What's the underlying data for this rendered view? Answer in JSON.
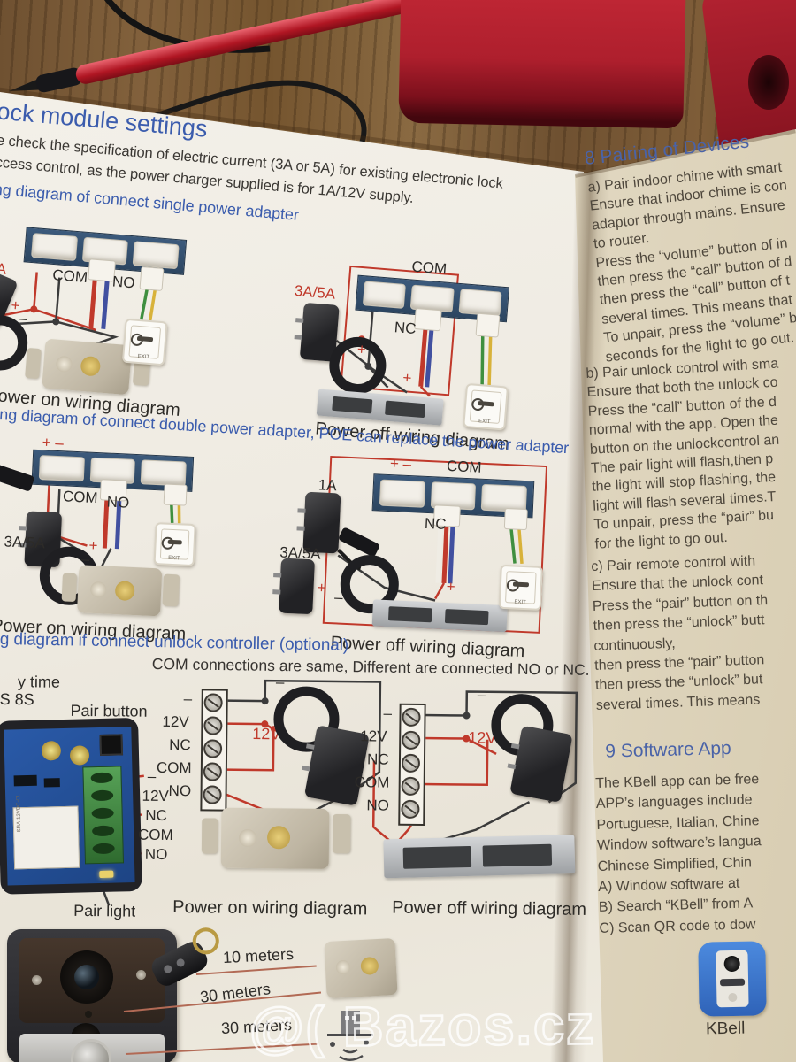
{
  "watermark": "@( Bazos.cz",
  "left_page": {
    "title": "lock module settings",
    "intro_line1": "se check the specification of electric current (3A or 5A) for existing electronic lock",
    "intro_line2": "access control, as the power charger supplied is for 1A/12V supply.",
    "exit_label": "EXIT",
    "single": {
      "heading": "ring diagram of connect single power adapter",
      "on": {
        "amp": "A",
        "com": "COM",
        "no": "NO",
        "plus": "+",
        "minus": "–",
        "caption": "Power on wiring diagram"
      },
      "off": {
        "com": "COM",
        "amp": "3A/5A",
        "nc": "NC",
        "plus_a": "+",
        "plus_b": "+",
        "caption": "Power off wiring diagram"
      }
    },
    "double": {
      "heading": "ng diagram of connect double power adapter, POE can replace the power adapter",
      "on": {
        "pm": "+ –",
        "com": "COM",
        "no": "NO",
        "amp": "3A/5A",
        "plus": "+",
        "minus": "–",
        "caption": "Power on wiring diagram"
      },
      "off": {
        "pm": "+ –",
        "com": "COM",
        "amp1": "1A",
        "amp2": "3A/5A",
        "nc": "NC",
        "plus": "+",
        "minus": "–",
        "caption": "Power off wiring diagram"
      }
    },
    "controller": {
      "heading": "g diagram if connect unlock controller (optional)",
      "note": "COM connections are same, Different are connected NO or NC.",
      "delay1": "y time",
      "delay2": "S 8S",
      "pair_button": "Pair button",
      "pair_light": "Pair light",
      "relay_text": "SRA-12VDC-CL",
      "pins": [
        "–",
        "12V",
        "NC",
        "COM",
        "NO"
      ],
      "v12": "12V",
      "on_caption": "Power on wiring diagram",
      "off_caption": "Power off wiring diagram"
    },
    "range": {
      "r1": "10 meters",
      "r2": "30 meters",
      "r3": "30 meters"
    }
  },
  "right_page": {
    "s8": {
      "heading": "8  Pairing of Devices",
      "a": [
        "a) Pair indoor chime with smart",
        "Ensure that indoor chime is con",
        "adaptor through mains. Ensure",
        "to router.",
        "Press the “volume” button of in",
        "then press the “call” button of d",
        "then press the “call” button of t",
        "several times. This means that",
        "To unpair, press the “volume” b",
        "seconds for the light to go out."
      ],
      "b": [
        "b) Pair unlock control with sma",
        "Ensure that both the unlock co",
        "Press the “call” button of the d",
        "normal with the app. Open the",
        "button on the unlockcontrol an",
        "The pair light will flash,then p",
        "the light will stop flashing, the",
        "light will flash several times.T",
        "To unpair, press the “pair” bu",
        "for the light to go out."
      ],
      "c": [
        "c)  Pair remote control with",
        "Ensure that the unlock cont",
        "Press the “pair” button on th",
        "then press the “unlock” butt",
        "continuously,",
        "then press the “pair” button",
        "then press the “unlock” but",
        "several times.  This means"
      ]
    },
    "s9": {
      "heading": "9  Software App",
      "lines": [
        "The KBell app can be free",
        "APP’s languages include",
        "Portuguese, Italian, Chine",
        "Window software’s langua",
        "Chinese Simplified, Chin",
        "A)  Window software at",
        "B)  Search “KBell” from A",
        "C)  Scan QR code to dow"
      ]
    },
    "kbell_label": "KBell"
  }
}
